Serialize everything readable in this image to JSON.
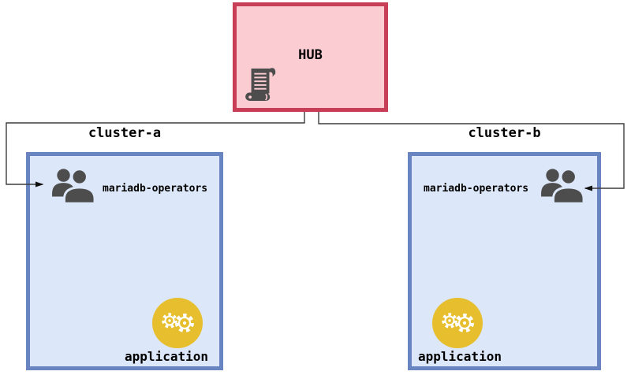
{
  "hub": {
    "label": "HUB",
    "icon": "scroll-icon"
  },
  "clusters": [
    {
      "title": "cluster-a",
      "operator": {
        "label": "mariadb-operators",
        "icon": "users-icon"
      },
      "application": {
        "label": "application",
        "icon": "gears-icon"
      }
    },
    {
      "title": "cluster-b",
      "operator": {
        "label": "mariadb-operators",
        "icon": "users-icon"
      },
      "application": {
        "label": "application",
        "icon": "gears-icon"
      }
    }
  ],
  "connections": [
    {
      "from": "HUB",
      "to": "cluster-a mariadb-operators",
      "arrow": "into-cluster-a"
    },
    {
      "from": "HUB",
      "to": "cluster-b mariadb-operators",
      "arrow": "into-cluster-b"
    }
  ],
  "colors": {
    "hub_border": "#C73E56",
    "hub_fill": "#FBCDD3",
    "cluster_border": "#6885C1",
    "cluster_fill": "#DCE7F9",
    "icon_gray": "#4D4D4D",
    "application_yellow": "#E7BE2D",
    "connector_line": "#3D3D3D",
    "text": "#000000",
    "background": "#FFFFFF"
  }
}
